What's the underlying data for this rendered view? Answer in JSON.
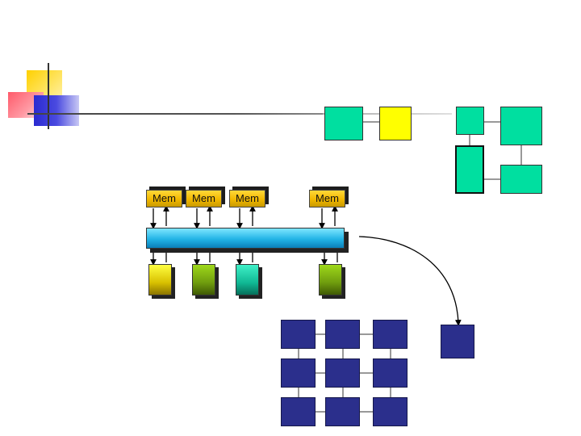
{
  "diagram": {
    "memory_modules": [
      {
        "label": "Mem"
      },
      {
        "label": "Mem"
      },
      {
        "label": "Mem"
      },
      {
        "label": "Mem"
      }
    ],
    "colors": {
      "memory": "#f2b800",
      "bus": "#22b4e6",
      "processor_yellow": "#d8c000",
      "processor_green": "#6f9c0e",
      "processor_teal": "#10b894",
      "grid_node": "#2b2f8c",
      "top_teal": "#00dfa0",
      "top_yellow": "#ffff00"
    }
  }
}
